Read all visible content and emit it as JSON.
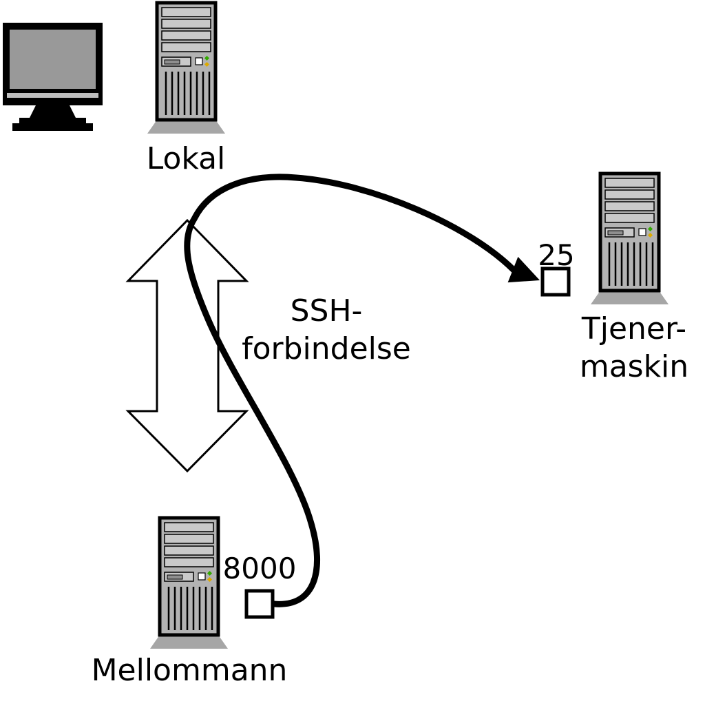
{
  "colors": {
    "background": "#ffffff",
    "stroke": "#000000",
    "tower_body": "#b3b3b3",
    "tower_slot": "#c9c9c9",
    "slot_inner": "#8f8f8f",
    "shadow": "#a6a6a6",
    "screen": "#999999",
    "led_green": "#33aa00",
    "led_yellow": "#ddaa00",
    "port_box": "#ffffff"
  },
  "nodes": {
    "local": {
      "label": "Lokal"
    },
    "server": {
      "label_line1": "Tjener-",
      "label_line2": "maskin",
      "port": "25"
    },
    "middleman": {
      "label": "Mellommann",
      "port": "8000"
    }
  },
  "connection": {
    "label_line1": "SSH-",
    "label_line2": "forbindelse"
  }
}
